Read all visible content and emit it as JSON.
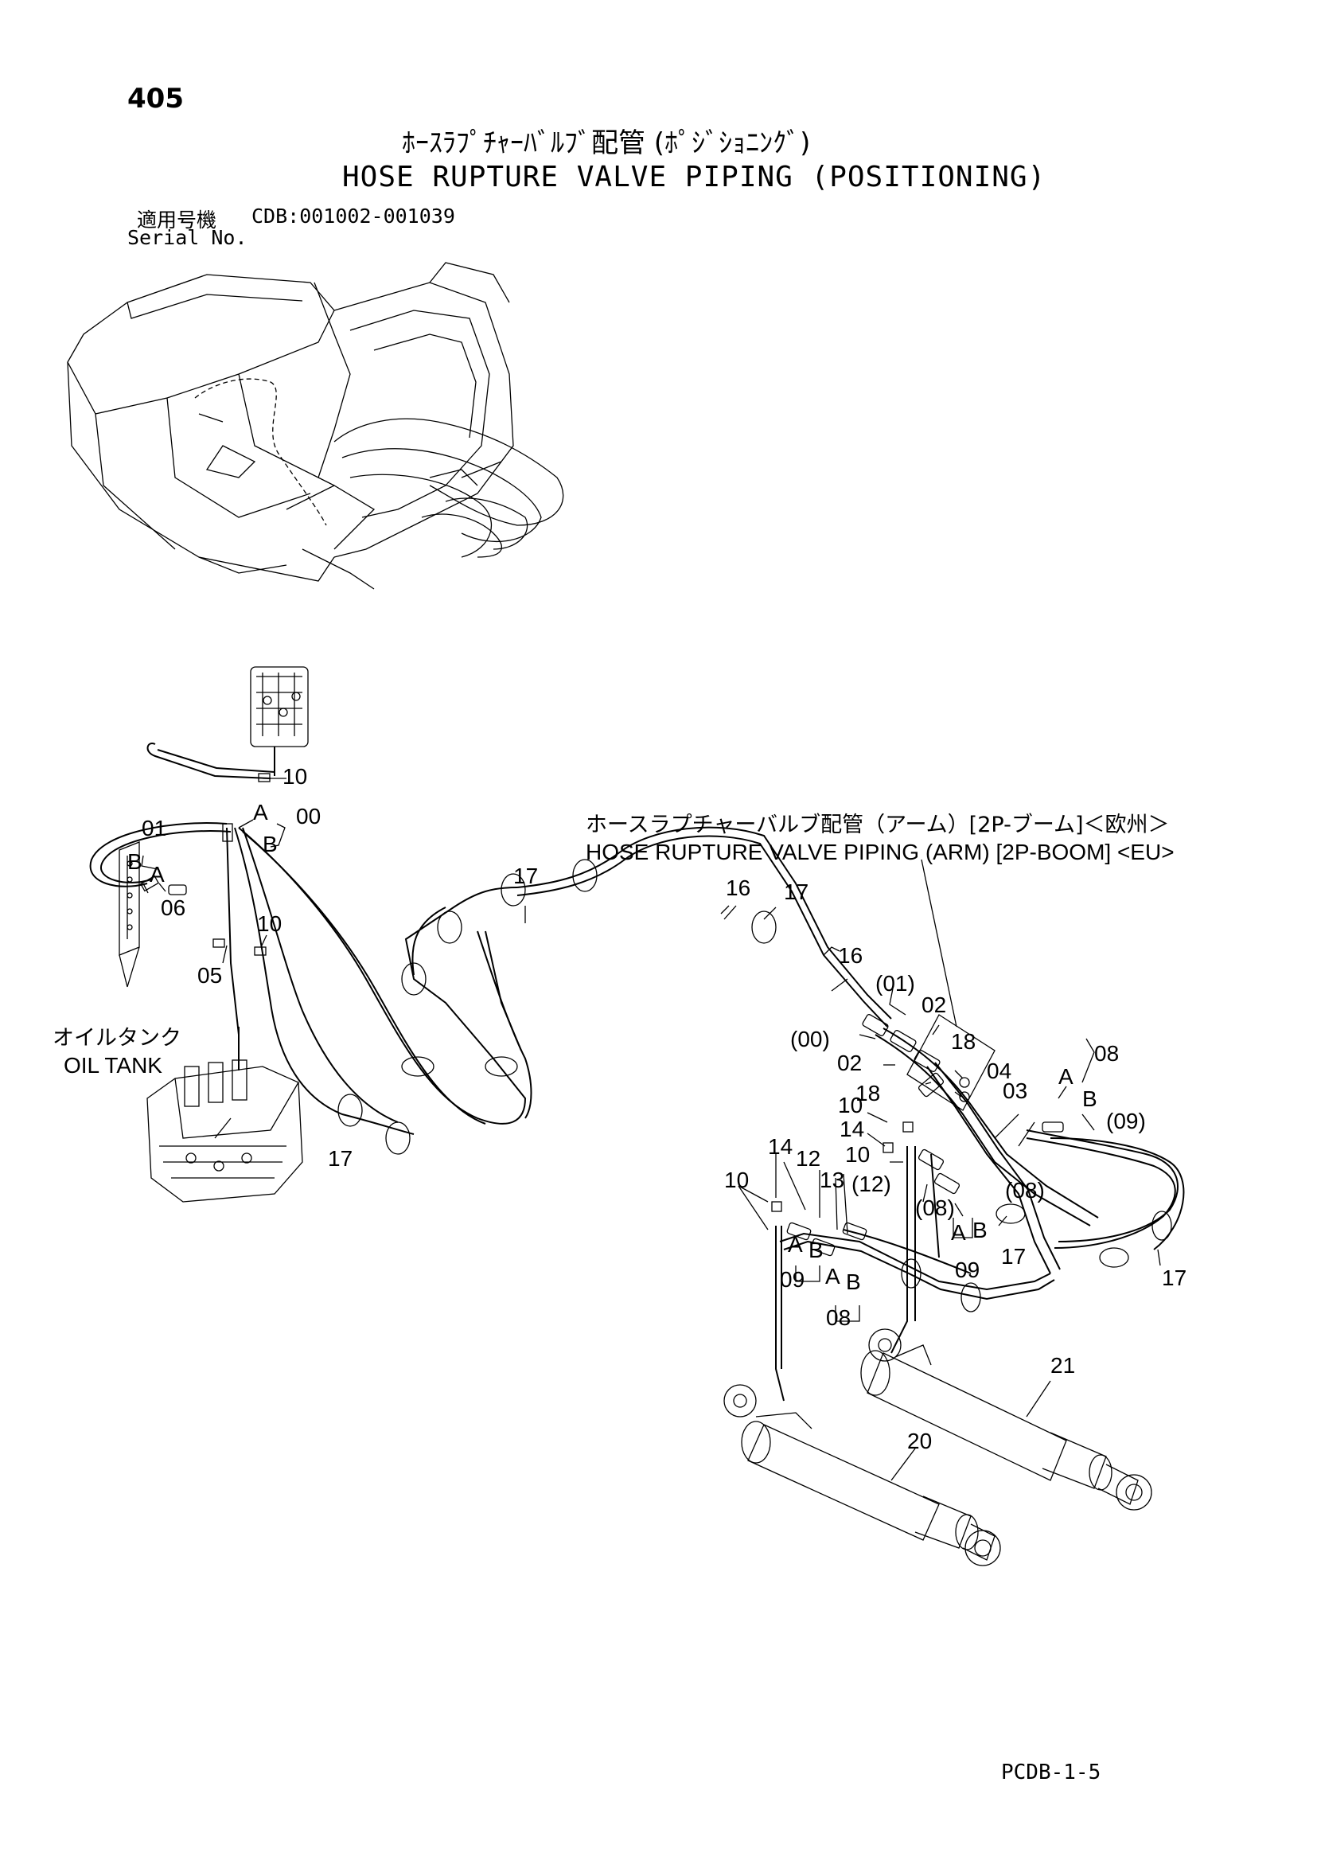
{
  "header": {
    "page_number": "405",
    "title_jp": "ﾎｰｽﾗﾌﾟﾁｬｰﾊﾞﾙﾌﾞ配管 (ﾎﾟｼﾞｼｮﾆﾝｸﾞ)",
    "title_en": "HOSE RUPTURE VALVE PIPING (POSITIONING)",
    "serial_label_jp": "適用号機",
    "serial_range": "CDB:001002-001039",
    "serial_label_en": "Serial No."
  },
  "reference": {
    "title_jp": "ホースラプチャーバルブ配管（アーム）[2P-ブーム]＜欧州＞",
    "title_en": "HOSE RUPTURE VALVE PIPING (ARM) [2P-BOOM] <EU>"
  },
  "oil_tank": {
    "label_jp": "オイルタンク",
    "label_en": "OIL TANK"
  },
  "callouts": {
    "c10a": "10",
    "cA1": "A",
    "c00a": "00",
    "cB1": "B",
    "c01a": "01",
    "cB2": "B",
    "cA2": "A",
    "c06": "06",
    "c05": "05",
    "c10b": "10",
    "c17a": "17",
    "c16a": "16",
    "c17b": "17",
    "c16b": "16",
    "c01p": "(01)",
    "c02a": "02",
    "c00p": "(00)",
    "c18a": "18",
    "c02b": "02",
    "c04": "04",
    "c18b": "18",
    "c03": "03",
    "c08a": "08",
    "cA3": "A",
    "cB3": "B",
    "c09p": "(09)",
    "c10c": "10",
    "c14a": "14",
    "c10d": "10",
    "c12p": "(12)",
    "c08p": "(08)",
    "c08p2": "(08)",
    "cA4": "A",
    "cB4": "B",
    "c09a": "09",
    "c17c": "17",
    "c17d": "17",
    "c14b": "14",
    "c12": "12",
    "c13": "13",
    "c10e": "10",
    "cA5": "A",
    "cB5": "B",
    "c09b": "09",
    "cA6": "A",
    "cB6": "B",
    "c08b": "08",
    "c17e": "17",
    "c21": "21",
    "c20": "20"
  },
  "footer": {
    "code": "PCDB-1-5"
  }
}
